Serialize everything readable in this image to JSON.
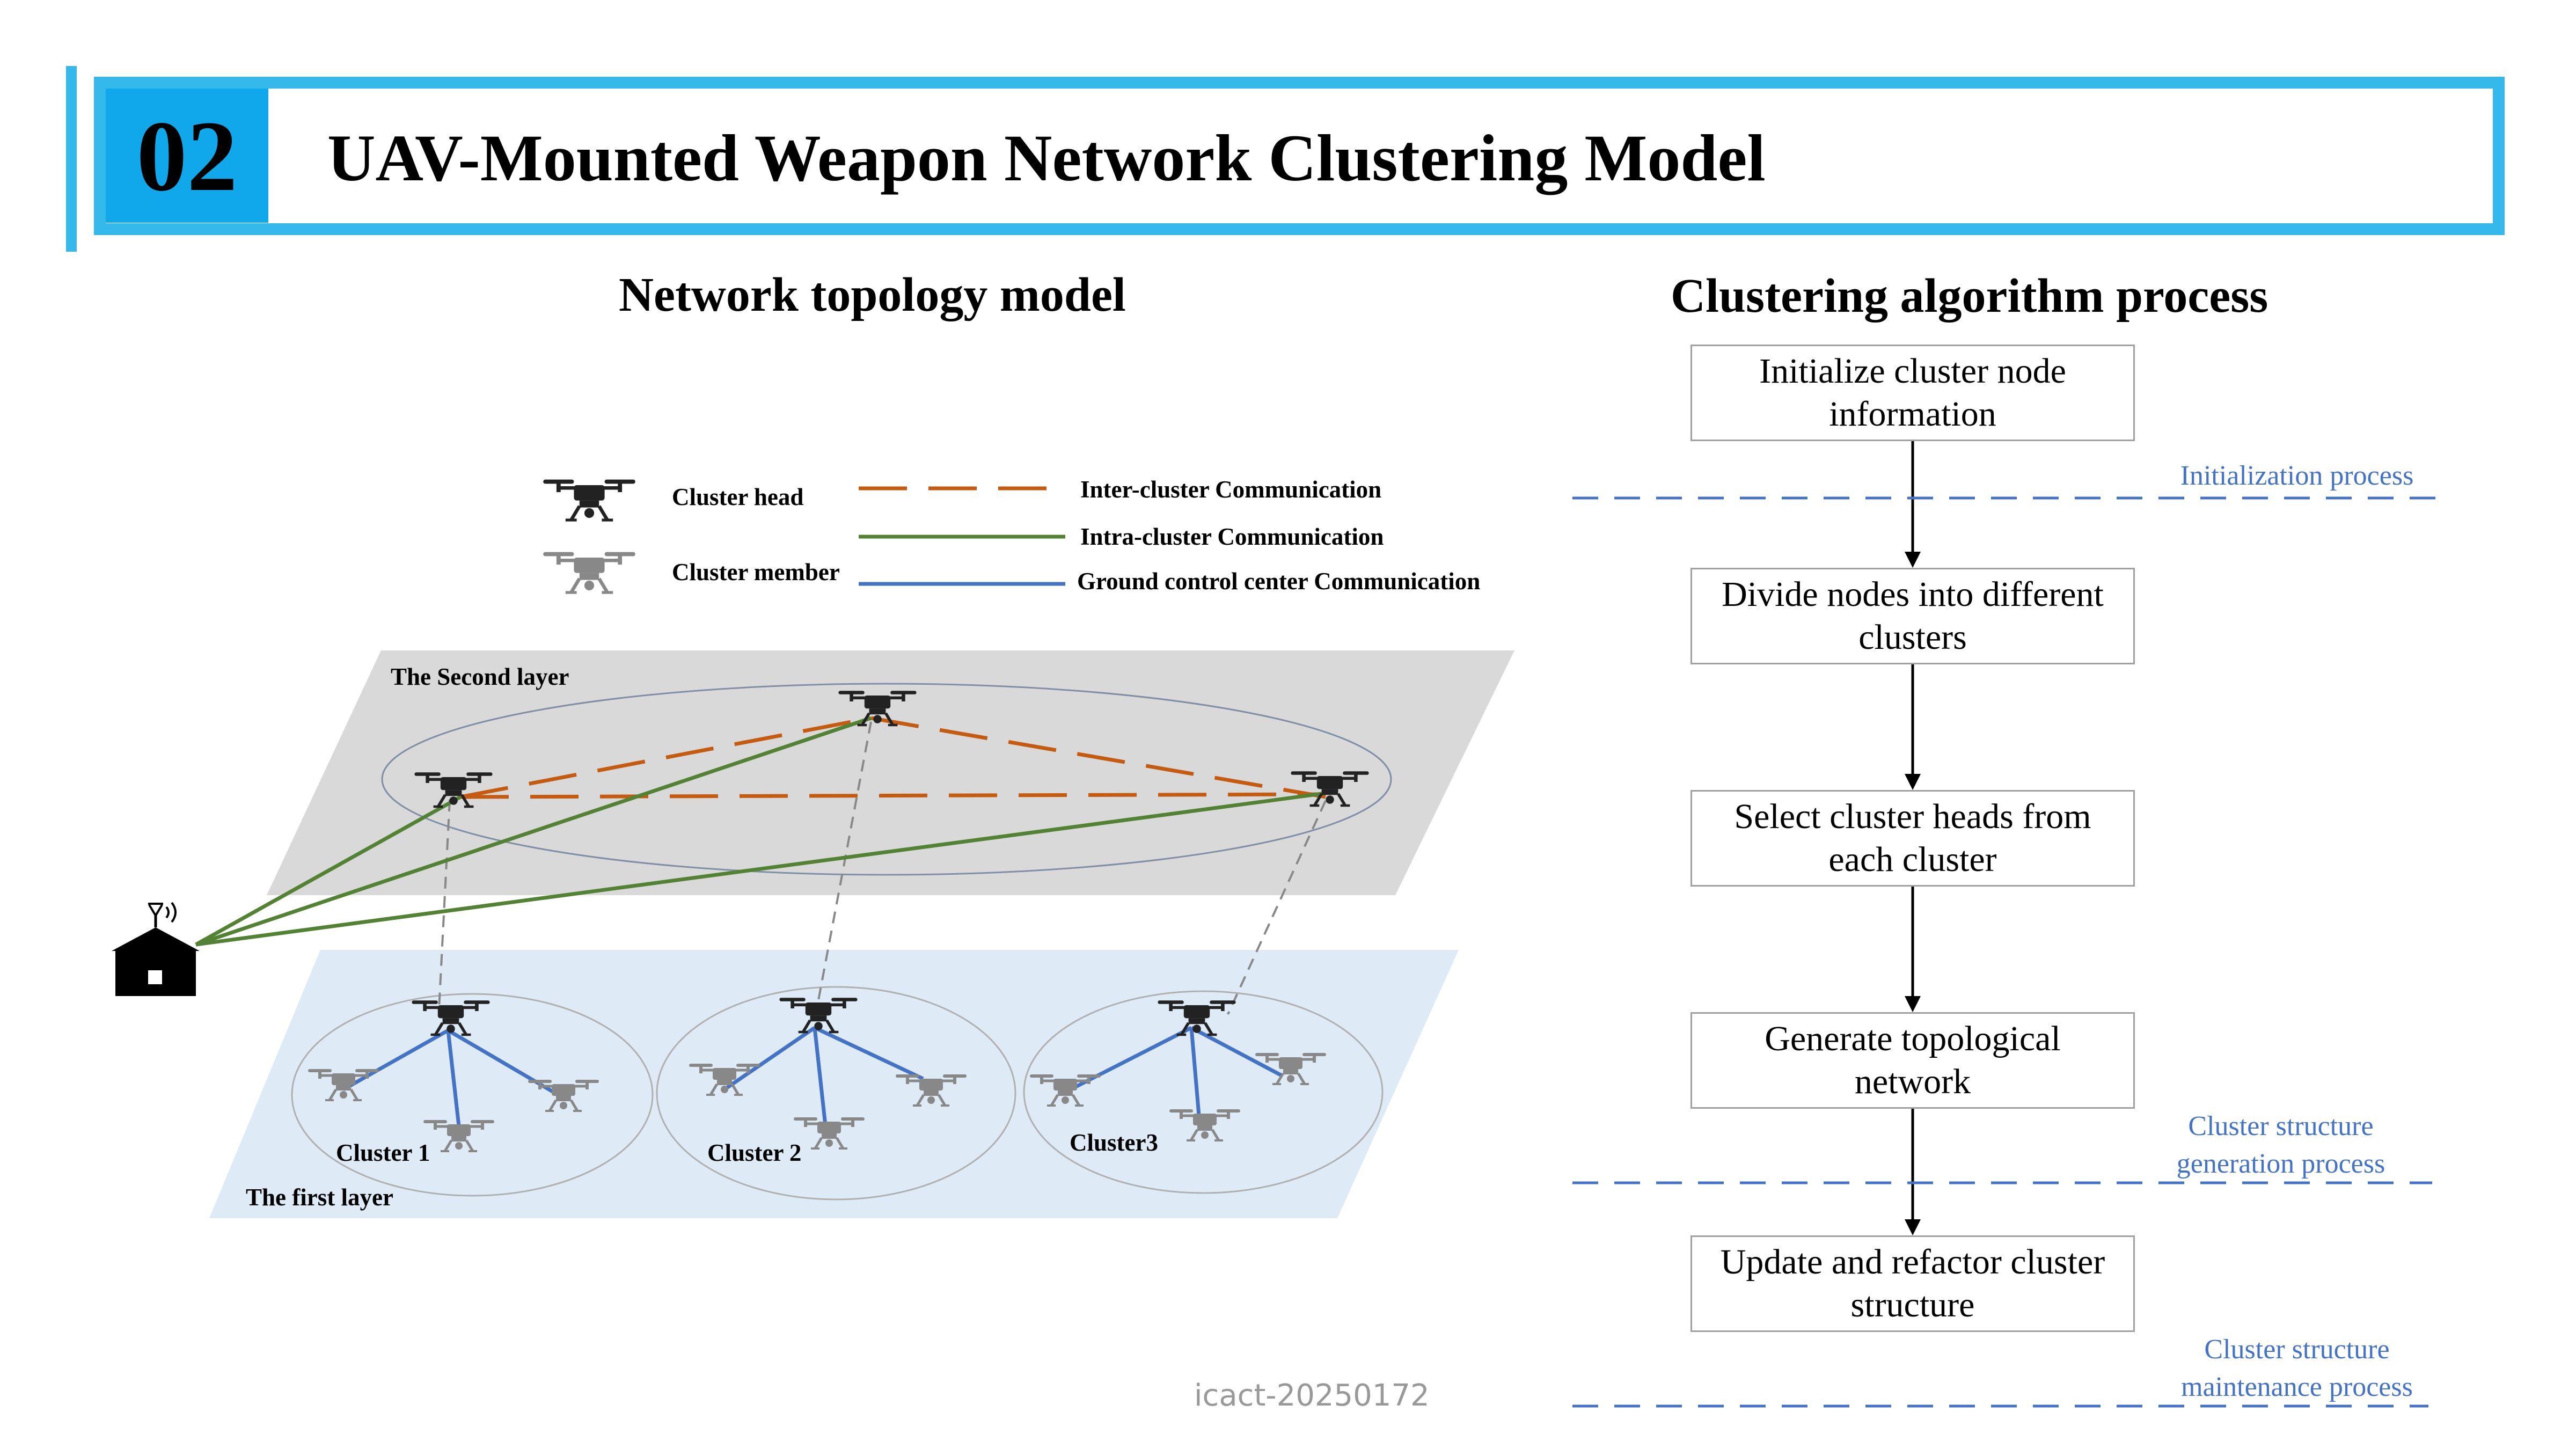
{
  "header": {
    "number": "02",
    "title": "UAV-Mounted Weapon Network Clustering Model"
  },
  "topology": {
    "title": "Network topology model",
    "legend": {
      "cluster_head": "Cluster head",
      "cluster_member": "Cluster member",
      "inter_cluster": "Inter-cluster Communication",
      "intra_cluster": "Intra-cluster Communication",
      "ground_control": "Ground control center Communication"
    },
    "layers": {
      "second": "The Second layer",
      "first": "The first layer"
    },
    "clusters": [
      "Cluster 1",
      "Cluster 2",
      "Cluster3"
    ]
  },
  "algorithm": {
    "title": "Clustering algorithm process",
    "steps": [
      "Initialize cluster node information",
      "Divide nodes into different clusters",
      "Select cluster heads from each cluster",
      "Generate topological network",
      "Update and refactor cluster structure"
    ],
    "phases": [
      "Initialization process",
      "Cluster structure generation process",
      "Cluster structure maintenance process"
    ]
  },
  "footer": {
    "watermark": "icact-20250172"
  },
  "colors": {
    "accent": "#35b8ec",
    "number_box": "#10a8ea",
    "inter_cluster": "#c55a11",
    "intra_cluster": "#548235",
    "ground_control": "#4472c4",
    "phase_text": "#4472c4",
    "second_layer": "#d9d9d9",
    "first_layer": "#deebf7"
  }
}
